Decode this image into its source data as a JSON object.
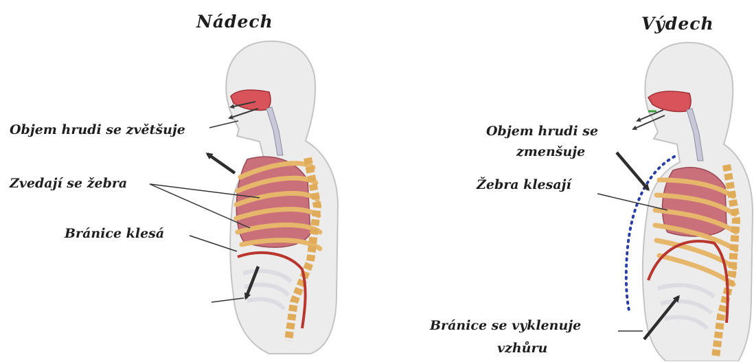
{
  "inhale": {
    "title": "Nádech",
    "chest_volume": "Objem hrudi se zvětšuje",
    "ribs": "Zvedají se žebra",
    "diaphragm": "Bránice klesá"
  },
  "exhale": {
    "title": "Výdech",
    "chest_volume_line1": "Objem hrudi se",
    "chest_volume_line2": "zmenšuje",
    "ribs": "Žebra klesají",
    "diaphragm_line1": "Bránice se vyklenuje",
    "diaphragm_line2": "vzhůru"
  },
  "colors": {
    "body_fill": "#ececec",
    "body_outline": "#c4c4c4",
    "lung": "#c9707a",
    "rib": "#e6b66a",
    "diaphragm": "#b8362e",
    "airway": "#d9535b",
    "arrow": "#2e2e2e",
    "dotted_guide": "#2a3fa8"
  }
}
